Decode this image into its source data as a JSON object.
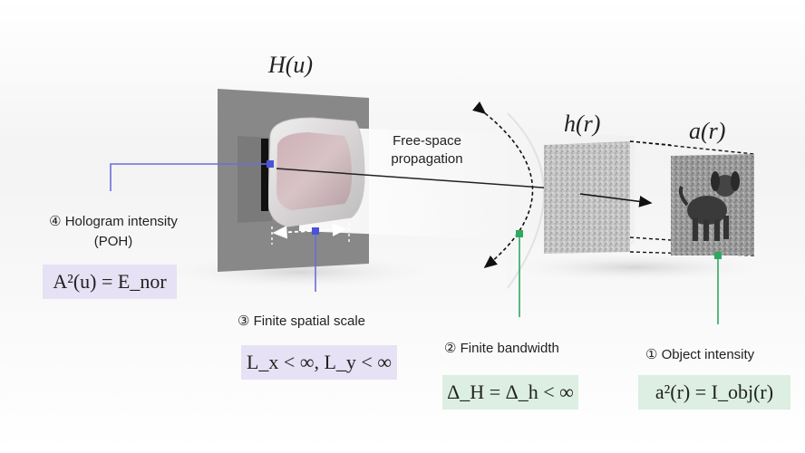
{
  "diagram": {
    "hologram_label": "H(u)",
    "h_label": "h(r)",
    "a_label": "a(r)",
    "propagation_label_line1": "Free-space",
    "propagation_label_line2": "propagation",
    "callouts": [
      {
        "id": "hologram-intensity",
        "number": "④",
        "line1": "Hologram intensity",
        "line2": "(POH)",
        "equation": "A²(u) = E_nor"
      },
      {
        "id": "finite-spatial-scale",
        "number": "③",
        "line1": "Finite spatial scale",
        "equation": "L_x < ∞, L_y < ∞"
      },
      {
        "id": "finite-bandwidth",
        "number": "②",
        "line1": "Finite bandwidth",
        "equation": "Δ_H = Δ_h < ∞"
      },
      {
        "id": "object-intensity",
        "number": "①",
        "line1": "Object intensity",
        "equation": "a²(r) = I_obj(r)"
      }
    ],
    "colors": {
      "purple_line": "#6a6ed8",
      "green_line": "#2fa862",
      "purple_box": "#e6e1f4",
      "green_box": "#dcefe2",
      "panel_gray": "#878787"
    }
  }
}
